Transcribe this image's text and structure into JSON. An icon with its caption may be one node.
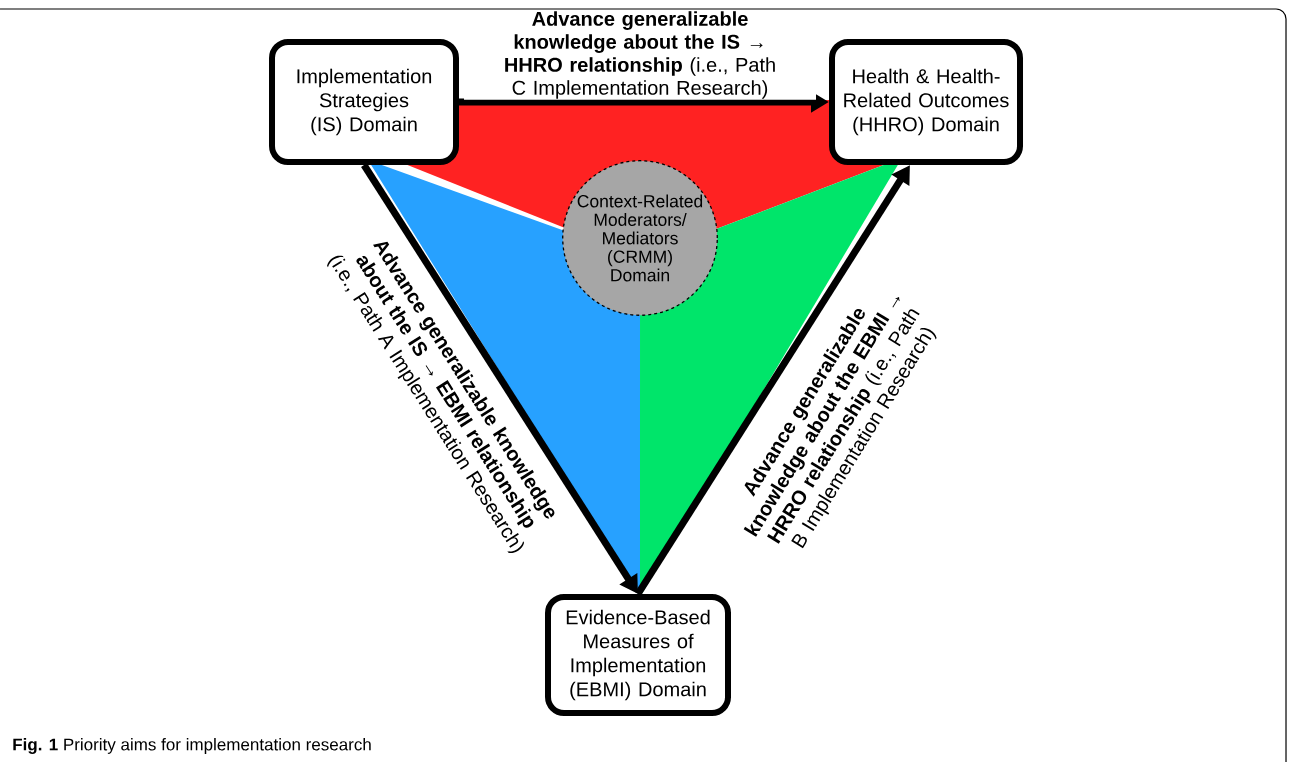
{
  "diagram": {
    "caption": "**Fig. 1** Priority aims for implementation research",
    "nodes": [
      {
        "text": [
          "Implementation Strategies (IS) Domain"
        ]
      },
      {
        "text": [
          "Health & Health-Related Outcomes (HHRO) Domain"
        ]
      },
      {
        "text": [
          "Context-Related Moderators/ Mediators (CRMM) Domain"
        ]
      },
      {
        "text": [
          "Evidence-Based Measures of Implementation (EBMI) Domain"
        ]
      }
    ],
    "edges": [
      {
        "from": 0,
        "to": 1,
        "arrow": "to",
        "label": "**Advance generalizable knowledge about the IS → HHRO relationship** (i.e., Path C Implementation Research)"
      },
      {
        "from": 0,
        "to": 3,
        "arrow": "to",
        "label": "**Advance generalizable knowledge about the IS → EBMI relationship** (i.e., Path A Implementation Research)"
      },
      {
        "from": 3,
        "to": 1,
        "arrow": "to",
        "label": "**Advance generalizable knowledge about the EBMI → HRRO relationship** (i.e., Path B Implementation Research)"
      }
    ]
  }
}
